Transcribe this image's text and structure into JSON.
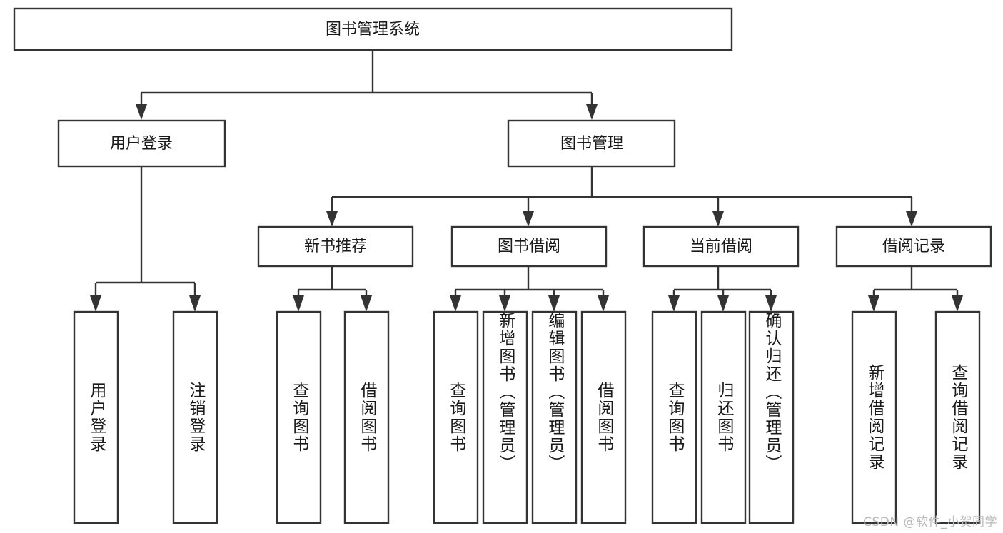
{
  "diagram": {
    "title": "图书管理系统",
    "type": "hierarchy-tree",
    "watermark": "CSDN @软件_小贺同学",
    "colors": {
      "stroke": "#333333",
      "box_fill": "#ffffff",
      "text": "#1a1a1a",
      "background": "#ffffff",
      "watermark": "#b9b9b9"
    },
    "levels": {
      "root": {
        "label": "图书管理系统"
      },
      "level2": [
        {
          "label": "用户登录"
        },
        {
          "label": "图书管理"
        }
      ],
      "level3": [
        {
          "label": "新书推荐"
        },
        {
          "label": "图书借阅"
        },
        {
          "label": "当前借阅"
        },
        {
          "label": "借阅记录"
        }
      ],
      "leaves": [
        {
          "label": "用户登录",
          "parent": "用户登录"
        },
        {
          "label": "注销登录",
          "parent": "用户登录"
        },
        {
          "label": "查询图书",
          "parent": "新书推荐"
        },
        {
          "label": "借阅图书",
          "parent": "新书推荐"
        },
        {
          "label": "查询图书",
          "parent": "图书借阅"
        },
        {
          "label": "新增图书（管理员）",
          "parent": "图书借阅"
        },
        {
          "label": "编辑图书（管理员）",
          "parent": "图书借阅"
        },
        {
          "label": "借阅图书",
          "parent": "图书借阅"
        },
        {
          "label": "查询图书",
          "parent": "当前借阅"
        },
        {
          "label": "归还图书",
          "parent": "当前借阅"
        },
        {
          "label": "确认归还（管理员）",
          "parent": "当前借阅"
        },
        {
          "label": "新增借阅记录",
          "parent": "借阅记录"
        },
        {
          "label": "查询借阅记录",
          "parent": "借阅记录"
        }
      ]
    }
  }
}
